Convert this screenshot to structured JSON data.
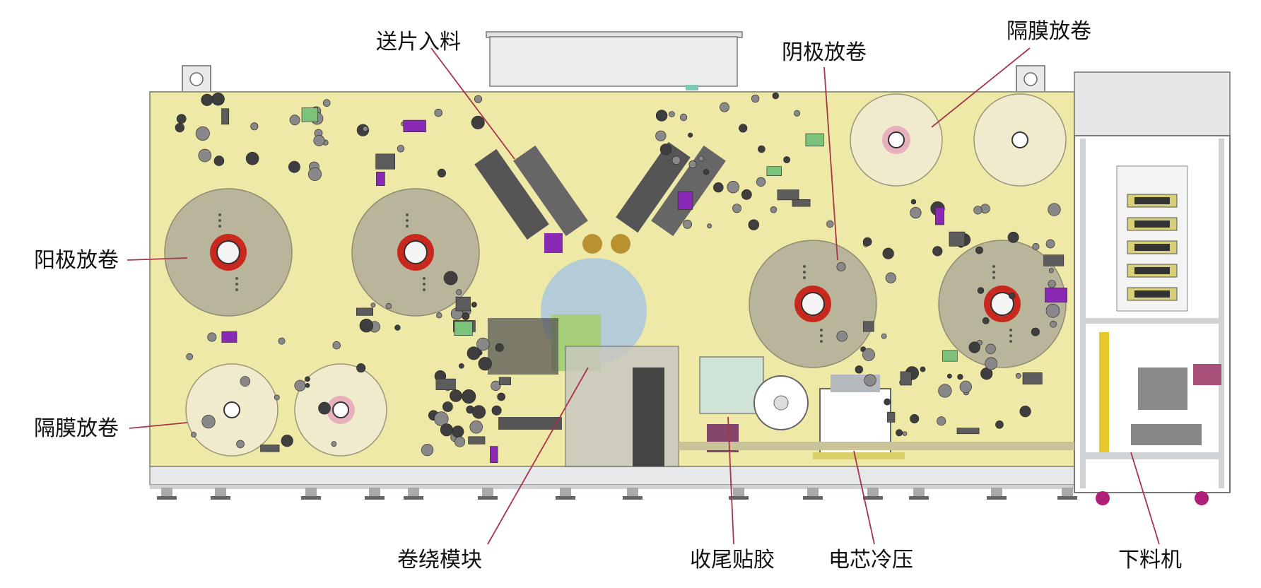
{
  "labels": {
    "feed_in": "送片入料",
    "cathode_unwind": "阴极放卷",
    "separator_unwind_top": "隔膜放卷",
    "anode_unwind": "阳极放卷",
    "separator_unwind_left": "隔膜放卷",
    "winding_module": "卷绕模块",
    "tail_taping": "收尾贴胶",
    "cell_cold_press": "电芯冷压",
    "unloader": "下料机"
  },
  "colors": {
    "panel": "#efe9a8",
    "panel_edge": "#9c9870",
    "reel_dark": "#b9b59a",
    "reel_light": "#f1ebcd",
    "hub_red": "#c8281e",
    "leader": "#a8344a",
    "frame_grey": "#cfd3d6",
    "mech_dark": "#4a4a4a"
  }
}
